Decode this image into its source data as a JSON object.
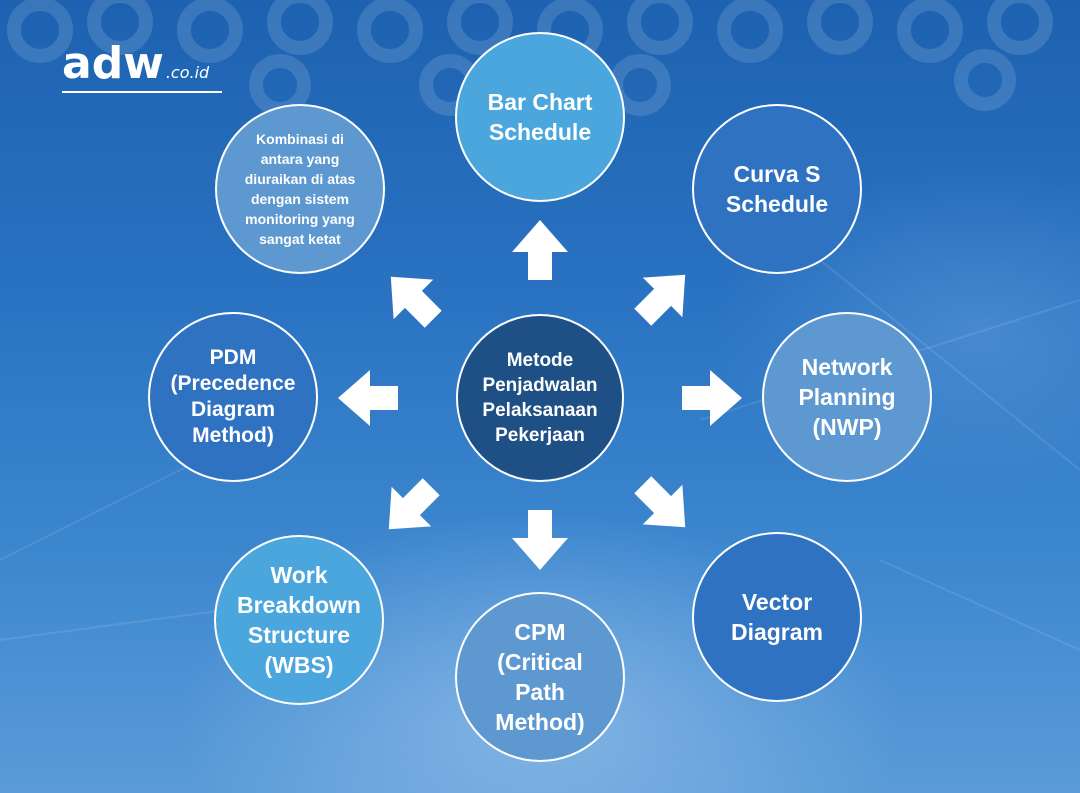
{
  "logo": {
    "main": "adw",
    "sub": ".co.id"
  },
  "diagram": {
    "center": "Metode\nPenjadwalan\nPelaksanaan\nPekerjaan",
    "nodes": {
      "bar_chart": "Bar Chart\nSchedule",
      "curva_s": "Curva S\nSchedule",
      "network_planning": "Network\nPlanning\n(NWP)",
      "vector": "Vector\nDiagram",
      "cpm": "CPM\n(Critical\nPath\nMethod)",
      "wbs": "Work\nBreakdown\nStructure\n(WBS)",
      "pdm": "PDM\n(Precedence\nDiagram\nMethod)",
      "kombinasi": "Kombinasi di\nantara yang\ndiuraikan di atas\ndengan sistem\nmonitoring yang\nsangat ketat"
    }
  },
  "colors": {
    "center_fill": "#1e4f85",
    "light_fill": "#4aa6dd",
    "medium_fill": "#2f72c2",
    "pale_fill": "#5e98d0",
    "border": "#ffffff",
    "arrow": "#ffffff"
  },
  "icons": {
    "arrow": "arrow-icon"
  }
}
